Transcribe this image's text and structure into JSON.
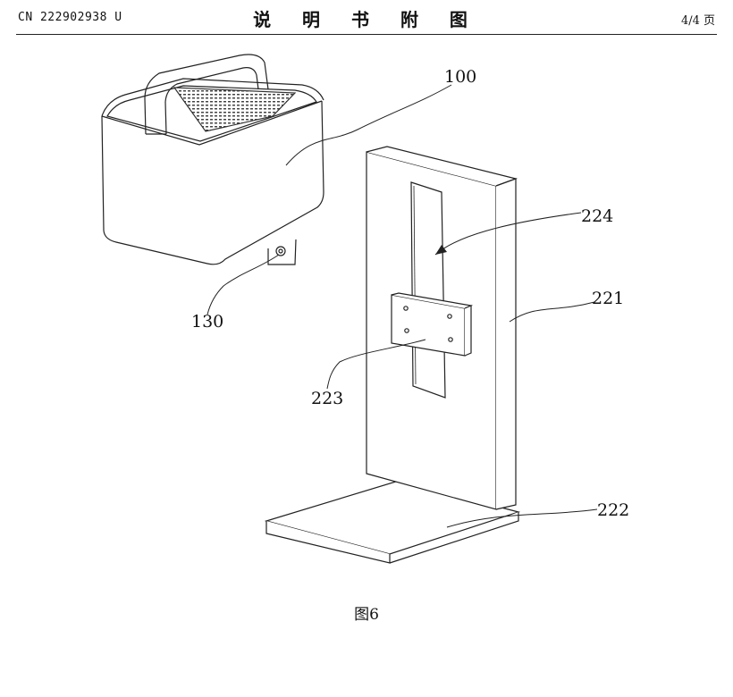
{
  "header": {
    "publication_number": "CN 222902938 U",
    "document_title": "说 明 书 附 图",
    "page_number": "4/4 页"
  },
  "figure": {
    "caption": "图6",
    "reference_labels": {
      "ref_100": "100",
      "ref_130": "130",
      "ref_221": "221",
      "ref_222": "222",
      "ref_223": "223",
      "ref_224": "224"
    }
  }
}
